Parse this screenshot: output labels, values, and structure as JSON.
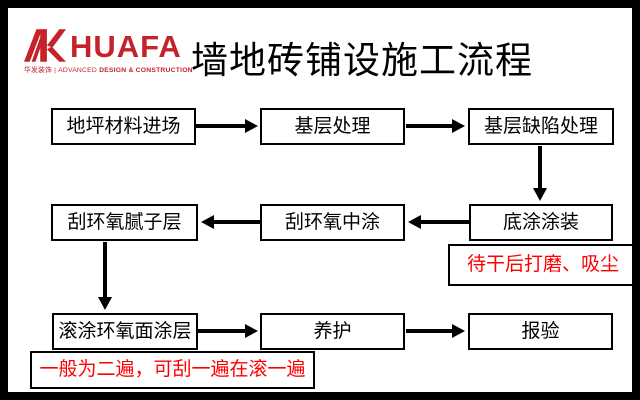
{
  "logo": {
    "brand": "HUAFA",
    "tagline_a": "华发装饰 | ADVANCED ",
    "tagline_b": "DESIGN & CONSTRUCTION",
    "brand_color": "#c4232c"
  },
  "title": "墙地砖铺设施工流程",
  "flow": {
    "nodes": [
      {
        "label": "地坪材料进场"
      },
      {
        "label": "基层处理"
      },
      {
        "label": "基层缺陷处理"
      },
      {
        "label": "底涂涂装"
      },
      {
        "label": "刮环氧中涂"
      },
      {
        "label": "刮环氧腻子层"
      },
      {
        "label": "滚涂环氧面涂层"
      },
      {
        "label": "养护"
      },
      {
        "label": "报验"
      }
    ],
    "annotations": [
      {
        "text": "待干后打磨、吸尘",
        "color": "#ff0000"
      },
      {
        "text": "一般为二遍，可刮一遍在滚一遍",
        "color": "#ff0000"
      }
    ]
  }
}
